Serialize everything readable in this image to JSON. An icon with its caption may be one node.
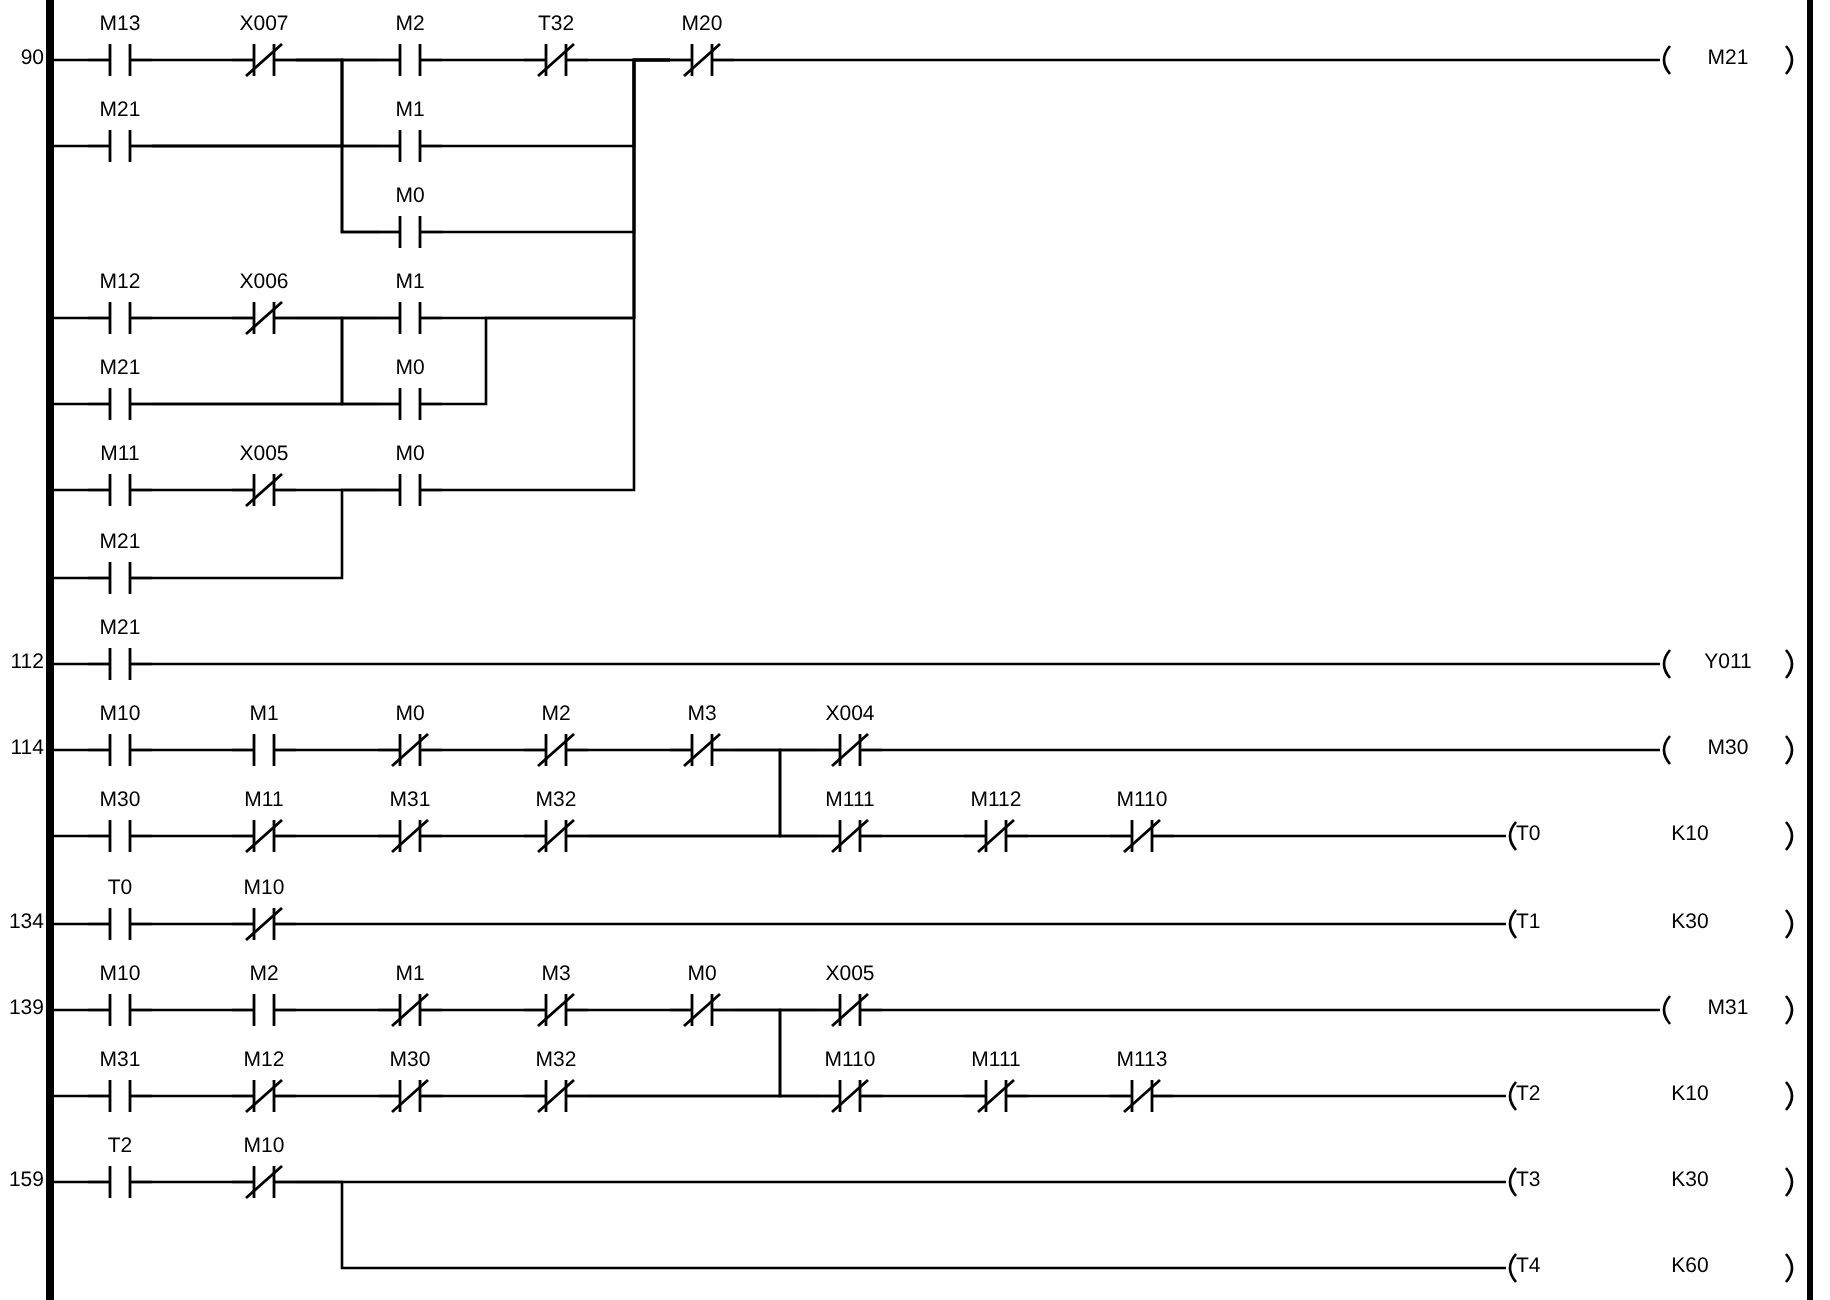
{
  "diagram": {
    "nodes": [
      {
        "text": [],
        "shape": "bar"
      },
      {
        "text": [
          "M13"
        ]
      },
      {
        "text": [
          "X007"
        ]
      },
      {
        "text": [
          "M2"
        ]
      },
      {
        "text": [
          "T32"
        ]
      },
      {
        "text": [
          "M20"
        ]
      },
      {
        "text": [
          "M21"
        ]
      },
      {
        "text": [
          "M21"
        ]
      },
      {
        "text": [
          "M1"
        ]
      },
      {
        "text": [
          "M0"
        ]
      },
      {
        "text": [
          "M12"
        ]
      },
      {
        "text": [
          "X006"
        ]
      },
      {
        "text": [
          "M1"
        ]
      },
      {
        "text": [
          "M21"
        ]
      },
      {
        "text": [
          "M0"
        ]
      },
      {
        "text": [
          "M11"
        ]
      },
      {
        "text": [
          "X005"
        ]
      },
      {
        "text": [
          "M0"
        ]
      },
      {
        "text": [
          "M21"
        ]
      },
      {
        "text": [
          "M21"
        ]
      },
      {
        "text": [
          "Y011"
        ]
      },
      {
        "text": [
          "M10"
        ]
      },
      {
        "text": [
          "M1"
        ]
      },
      {
        "text": [
          "M0"
        ]
      },
      {
        "text": [
          "M2"
        ]
      },
      {
        "text": [
          "M3"
        ]
      },
      {
        "text": [
          "X004"
        ]
      },
      {
        "text": [
          "M30"
        ]
      },
      {
        "text": [
          "M30"
        ]
      },
      {
        "text": [
          "M11"
        ]
      },
      {
        "text": [
          "M31"
        ]
      },
      {
        "text": [
          "M32"
        ]
      },
      {
        "text": [
          "M111"
        ]
      },
      {
        "text": [
          "M112"
        ]
      },
      {
        "text": [
          "M110"
        ]
      },
      {
        "text": [
          "T0",
          "K10"
        ]
      },
      {
        "text": [
          "T0"
        ]
      },
      {
        "text": [
          "M10"
        ]
      },
      {
        "text": [
          "T1",
          "K30"
        ]
      },
      {
        "text": [
          "M10"
        ]
      },
      {
        "text": [
          "M2"
        ]
      },
      {
        "text": [
          "M1"
        ]
      },
      {
        "text": [
          "M3"
        ]
      },
      {
        "text": [
          "M0"
        ]
      },
      {
        "text": [
          "X005"
        ]
      },
      {
        "text": [
          "M31"
        ]
      },
      {
        "text": [
          "M31"
        ]
      },
      {
        "text": [
          "M12"
        ]
      },
      {
        "text": [
          "M30"
        ]
      },
      {
        "text": [
          "M32"
        ]
      },
      {
        "text": [
          "M110"
        ]
      },
      {
        "text": [
          "M111"
        ]
      },
      {
        "text": [
          "M113"
        ]
      },
      {
        "text": [
          "T2",
          "K10"
        ]
      },
      {
        "text": [
          "T2"
        ]
      },
      {
        "text": [
          "M10"
        ]
      },
      {
        "text": [
          "T3",
          "K30"
        ]
      },
      {
        "text": [
          "T4",
          "K60"
        ]
      }
    ],
    "edges": [
      {
        "from": 0,
        "to": 1,
        "arrow": "none"
      },
      {
        "from": 1,
        "to": 2,
        "arrow": "none"
      },
      {
        "from": 2,
        "to": 3,
        "arrow": "none"
      },
      {
        "from": 2,
        "to": 8,
        "arrow": "none"
      },
      {
        "from": 2,
        "to": 9,
        "arrow": "none"
      },
      {
        "from": 0,
        "to": 7,
        "arrow": "none"
      },
      {
        "from": 7,
        "to": 3,
        "arrow": "none"
      },
      {
        "from": 7,
        "to": 8,
        "arrow": "none"
      },
      {
        "from": 7,
        "to": 9,
        "arrow": "none"
      },
      {
        "from": 3,
        "to": 4,
        "arrow": "none"
      },
      {
        "from": 4,
        "to": 5,
        "arrow": "none"
      },
      {
        "from": 8,
        "to": 5,
        "arrow": "none"
      },
      {
        "from": 9,
        "to": 5,
        "arrow": "none"
      },
      {
        "from": 12,
        "to": 5,
        "arrow": "none"
      },
      {
        "from": 14,
        "to": 5,
        "arrow": "none"
      },
      {
        "from": 17,
        "to": 5,
        "arrow": "none"
      },
      {
        "from": 5,
        "to": 6,
        "arrow": "none"
      },
      {
        "from": 0,
        "to": 10,
        "arrow": "none"
      },
      {
        "from": 10,
        "to": 11,
        "arrow": "none"
      },
      {
        "from": 11,
        "to": 12,
        "arrow": "none"
      },
      {
        "from": 11,
        "to": 14,
        "arrow": "none"
      },
      {
        "from": 0,
        "to": 13,
        "arrow": "none"
      },
      {
        "from": 13,
        "to": 12,
        "arrow": "none"
      },
      {
        "from": 13,
        "to": 14,
        "arrow": "none"
      },
      {
        "from": 0,
        "to": 15,
        "arrow": "none"
      },
      {
        "from": 15,
        "to": 16,
        "arrow": "none"
      },
      {
        "from": 16,
        "to": 17,
        "arrow": "none"
      },
      {
        "from": 0,
        "to": 18,
        "arrow": "none"
      },
      {
        "from": 18,
        "to": 17,
        "arrow": "none"
      },
      {
        "from": 0,
        "to": 19,
        "arrow": "none"
      },
      {
        "from": 19,
        "to": 20,
        "arrow": "none"
      },
      {
        "from": 0,
        "to": 21,
        "arrow": "none"
      },
      {
        "from": 21,
        "to": 22,
        "arrow": "none"
      },
      {
        "from": 22,
        "to": 23,
        "arrow": "none"
      },
      {
        "from": 23,
        "to": 24,
        "arrow": "none"
      },
      {
        "from": 24,
        "to": 25,
        "arrow": "none"
      },
      {
        "from": 25,
        "to": 26,
        "arrow": "none"
      },
      {
        "from": 26,
        "to": 27,
        "arrow": "none"
      },
      {
        "from": 25,
        "to": 32,
        "arrow": "none"
      },
      {
        "from": 0,
        "to": 28,
        "arrow": "none"
      },
      {
        "from": 28,
        "to": 29,
        "arrow": "none"
      },
      {
        "from": 29,
        "to": 30,
        "arrow": "none"
      },
      {
        "from": 30,
        "to": 31,
        "arrow": "none"
      },
      {
        "from": 31,
        "to": 26,
        "arrow": "none"
      },
      {
        "from": 31,
        "to": 32,
        "arrow": "none"
      },
      {
        "from": 32,
        "to": 33,
        "arrow": "none"
      },
      {
        "from": 33,
        "to": 34,
        "arrow": "none"
      },
      {
        "from": 34,
        "to": 35,
        "arrow": "none"
      },
      {
        "from": 0,
        "to": 36,
        "arrow": "none"
      },
      {
        "from": 36,
        "to": 37,
        "arrow": "none"
      },
      {
        "from": 37,
        "to": 38,
        "arrow": "none"
      },
      {
        "from": 0,
        "to": 39,
        "arrow": "none"
      },
      {
        "from": 39,
        "to": 40,
        "arrow": "none"
      },
      {
        "from": 40,
        "to": 41,
        "arrow": "none"
      },
      {
        "from": 41,
        "to": 42,
        "arrow": "none"
      },
      {
        "from": 42,
        "to": 43,
        "arrow": "none"
      },
      {
        "from": 43,
        "to": 44,
        "arrow": "none"
      },
      {
        "from": 44,
        "to": 45,
        "arrow": "none"
      },
      {
        "from": 43,
        "to": 50,
        "arrow": "none"
      },
      {
        "from": 0,
        "to": 46,
        "arrow": "none"
      },
      {
        "from": 46,
        "to": 47,
        "arrow": "none"
      },
      {
        "from": 47,
        "to": 48,
        "arrow": "none"
      },
      {
        "from": 48,
        "to": 49,
        "arrow": "none"
      },
      {
        "from": 49,
        "to": 44,
        "arrow": "none"
      },
      {
        "from": 49,
        "to": 50,
        "arrow": "none"
      },
      {
        "from": 50,
        "to": 51,
        "arrow": "none"
      },
      {
        "from": 51,
        "to": 52,
        "arrow": "none"
      },
      {
        "from": 52,
        "to": 53,
        "arrow": "none"
      },
      {
        "from": 0,
        "to": 54,
        "arrow": "none"
      },
      {
        "from": 54,
        "to": 55,
        "arrow": "none"
      },
      {
        "from": 55,
        "to": 56,
        "arrow": "none"
      },
      {
        "from": 55,
        "to": 57,
        "arrow": "none"
      }
    ],
    "labels": [
      "90",
      "112",
      "114",
      "134",
      "139",
      "159"
    ]
  }
}
